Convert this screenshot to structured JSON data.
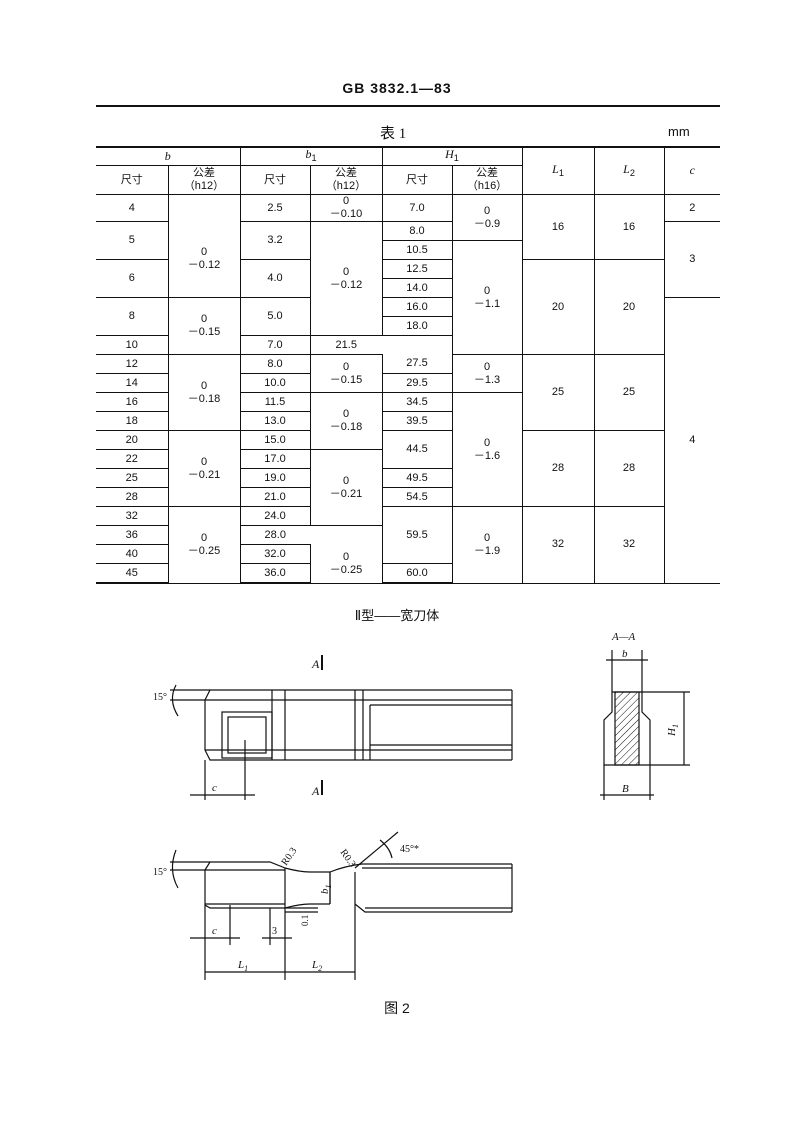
{
  "header": {
    "standard_number": "GB 3832.1—83"
  },
  "table": {
    "caption": "表 1",
    "unit": "mm",
    "group_headers": {
      "b": "b",
      "b1": "b",
      "b1_sub": "1",
      "H1": "H",
      "H1_sub": "1"
    },
    "col_headers": {
      "size": "尺寸",
      "tol_label": "公差",
      "b_tol_grade": "（h12）",
      "b1_tol_grade": "（h12）",
      "H1_tol_grade": "（h16）",
      "L1": "L",
      "L1_sub": "1",
      "L2": "L",
      "L2_sub": "2",
      "c": "c"
    },
    "b_sizes": [
      "4",
      "5",
      "6",
      "8",
      "10",
      "12",
      "14",
      "16",
      "18",
      "20",
      "22",
      "25",
      "28",
      "32",
      "36",
      "40",
      "45"
    ],
    "b_tolerances": [
      "0\n－0.12",
      "0\n－0.15",
      "0\n－0.18",
      "0\n－0.21",
      "0\n－0.25"
    ],
    "b1_sizes": [
      "2.5",
      "3.2",
      "4.0",
      "5.0",
      "7.0",
      "8.0",
      "10.0",
      "11.5",
      "13.0",
      "15.0",
      "17.0",
      "19.0",
      "21.0",
      "24.0",
      "28.0",
      "32.0",
      "36.0"
    ],
    "b1_tolerances": [
      "0\n－0.10",
      "0\n－0.12",
      "0\n－0.15",
      "0\n－0.18",
      "0\n－0.21",
      "0\n－0.25"
    ],
    "H1_sizes": [
      "7.0",
      "8.0",
      "10.5",
      "12.5",
      "14.0",
      "16.0",
      "18.0",
      "21.5",
      "27.5",
      "29.5",
      "34.5",
      "39.5",
      "44.5",
      "49.5",
      "54.5",
      "59.5",
      "60.0"
    ],
    "H1_tolerances": [
      "0\n－0.9",
      "0\n－1.1",
      "0\n－1.3",
      "0\n－1.6",
      "0\n－1.9"
    ],
    "L1_values": [
      "16",
      "20",
      "25",
      "28",
      "32"
    ],
    "L2_values": [
      "16",
      "20",
      "25",
      "28",
      "32"
    ],
    "c_values": [
      "2",
      "3",
      "4"
    ]
  },
  "figure": {
    "title": "Ⅱ型——宽刀体",
    "caption": "图 2",
    "labels": {
      "section_a": "A",
      "section_aa": "A—A",
      "angle_15": "15°",
      "angle_45": "45°*",
      "r03": "R0.3",
      "c": "c",
      "b": "b",
      "B": "B",
      "H1": "H",
      "H1_sub": "1",
      "b1": "b",
      "b1_sub": "1",
      "dim_3": "3",
      "dim_01": "0.1",
      "L1": "L",
      "L1_sub": "1",
      "L2": "L",
      "L2_sub": "2"
    }
  }
}
